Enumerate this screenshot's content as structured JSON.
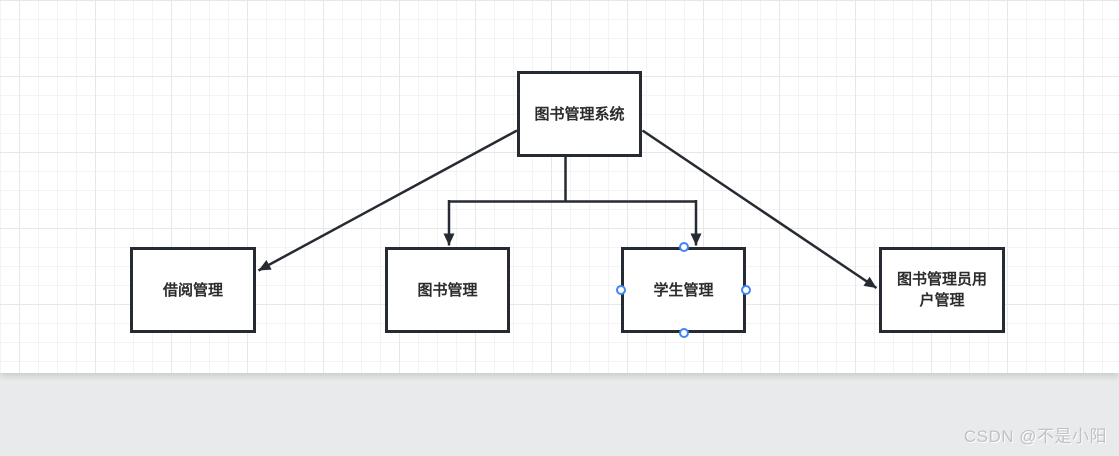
{
  "diagram": {
    "nodes": [
      {
        "id": "root",
        "label": "图书管理系统"
      },
      {
        "id": "borrow",
        "label": "借阅管理"
      },
      {
        "id": "book",
        "label": "图书管理"
      },
      {
        "id": "student",
        "label": "学生管理",
        "selected": true
      },
      {
        "id": "admin",
        "label": "图书管理员用户管理"
      }
    ],
    "edges": [
      {
        "from": "图书管理系统",
        "to": "借阅管理",
        "type": "arrow"
      },
      {
        "from": "图书管理系统",
        "to": "图书管理",
        "type": "arrow"
      },
      {
        "from": "图书管理系统",
        "to": "学生管理",
        "type": "arrow"
      },
      {
        "from": "图书管理系统",
        "to": "图书管理员用户管理",
        "type": "arrow"
      }
    ]
  },
  "watermark": {
    "text": "CSDN @不是小阳"
  },
  "colors": {
    "stroke": "#262b33",
    "node_fill": "#ffffff",
    "selection_handle": "#4285f4",
    "canvas_grid_minor": "#f3f3f5",
    "canvas_grid_major": "#e6e7e9",
    "page_background": "#e9eaeb",
    "watermark_text": "#bfc2c5"
  }
}
